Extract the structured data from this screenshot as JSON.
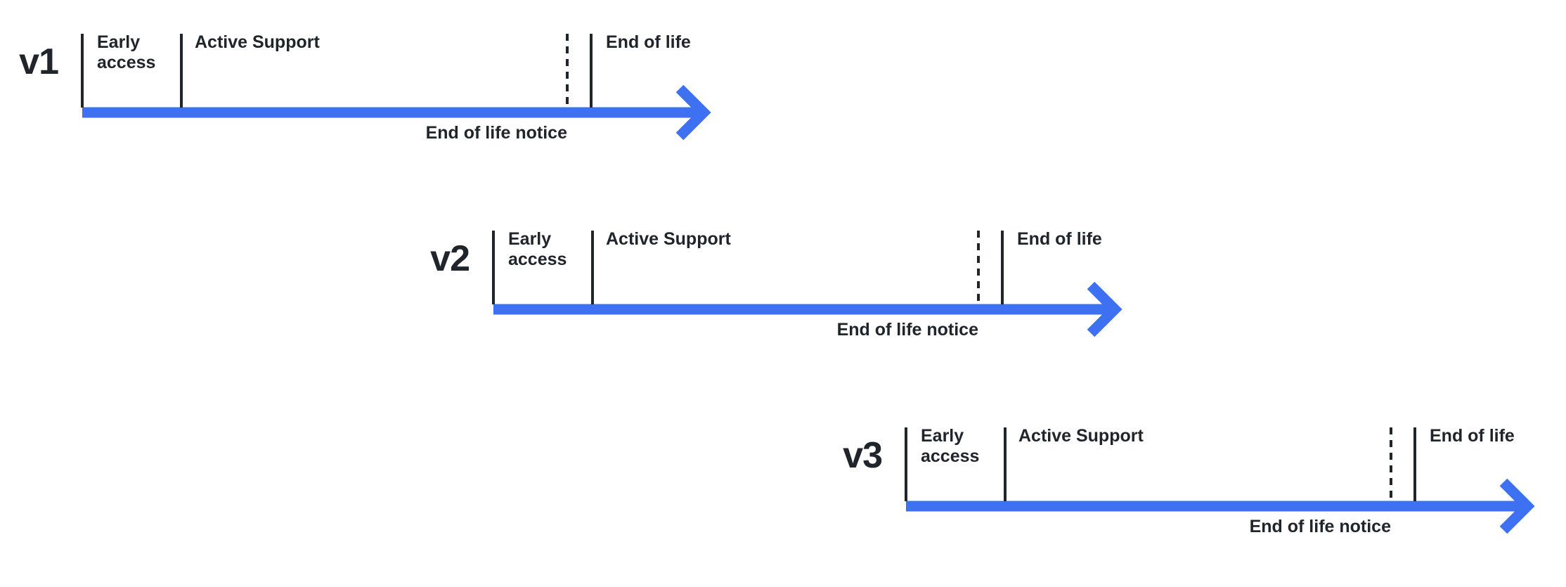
{
  "colors": {
    "arrow": "#3E70F2",
    "ink": "#20252C"
  },
  "timelines": [
    {
      "version": "v1",
      "early_access_label": "Early access",
      "active_support_label": "Active Support",
      "end_of_life_label": "End of life",
      "end_of_life_notice_label": "End of life notice"
    },
    {
      "version": "v2",
      "early_access_label": "Early access",
      "active_support_label": "Active Support",
      "end_of_life_label": "End of life",
      "end_of_life_notice_label": "End of life notice"
    },
    {
      "version": "v3",
      "early_access_label": "Early access",
      "active_support_label": "Active Support",
      "end_of_life_label": "End of life",
      "end_of_life_notice_label": "End of life notice"
    }
  ]
}
